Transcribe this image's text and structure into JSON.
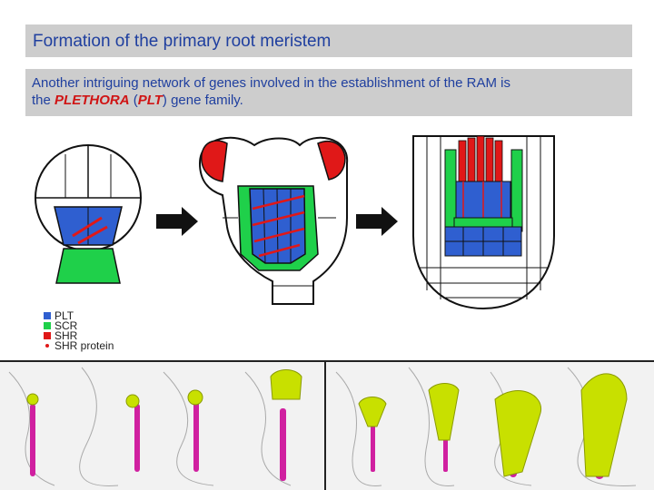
{
  "slide": {
    "title": "Formation of the primary root meristem",
    "intro": {
      "line1": "Another intriguing network of genes involved in the establishment of the RAM is",
      "prefix": "the ",
      "gene_name": "PLETHORA",
      "paren_open": " (",
      "gene_abbr": "PLT",
      "paren_close": ")",
      "suffix": " gene family."
    }
  },
  "legend": {
    "items": [
      {
        "label": "PLT",
        "color": "#2f5fd0"
      },
      {
        "label": "SCR",
        "color": "#1fd04a"
      },
      {
        "label": "SHR",
        "color": "#e01818"
      },
      {
        "label": "SHR protein",
        "color": "#e01818"
      }
    ]
  },
  "colors": {
    "title_text": "#1f3f9f",
    "bar_background": "#cdcdcd",
    "highlight_gene": "#d01414",
    "plt_blue": "#2f5fd0",
    "scr_green": "#1fd04a",
    "shr_red": "#e01818",
    "stain_yellow": "#c8e000",
    "stain_magenta": "#d020a0"
  }
}
